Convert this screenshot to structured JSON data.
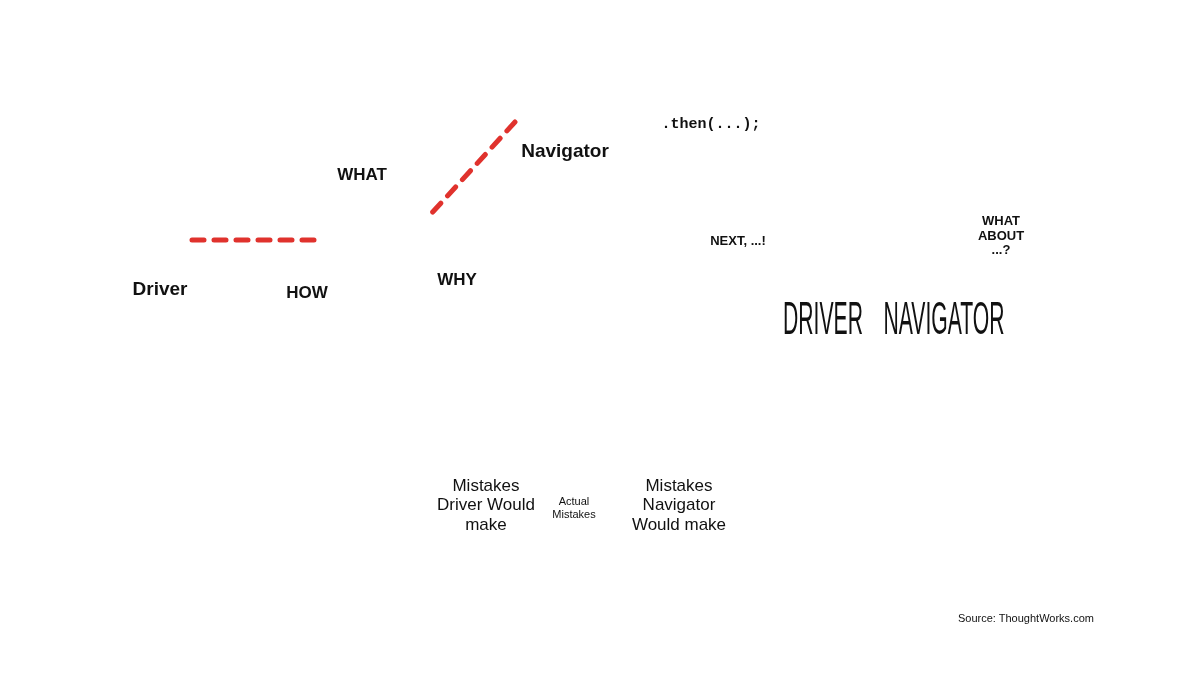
{
  "diagram": {
    "nodes": [
      {
        "text": [
          "WHAT"
        ]
      },
      {
        "text": [
          "Navigator"
        ]
      },
      {
        "text": [
          "Driver"
        ]
      },
      {
        "text": [
          "HOW"
        ]
      },
      {
        "text": [
          "WHY"
        ]
      },
      {
        "text": [
          ".then(...);"
        ]
      },
      {
        "text": [
          "NEXT, ...!"
        ]
      },
      {
        "text": [
          "WHAT ABOUT ...?"
        ]
      },
      {
        "text": [
          "Mistakes Driver Would make"
        ]
      },
      {
        "text": [
          "Actual Mistakes"
        ]
      },
      {
        "text": [
          "Mistakes Navigator Would make"
        ]
      }
    ],
    "edges": [
      {
        "from": 2,
        "to": 3,
        "arrow": "none"
      },
      {
        "from": 1,
        "to": 4,
        "arrow": "none"
      }
    ],
    "labels": [
      "DRIVER",
      "NAVIGATOR",
      "Source: ThoughtWorks.com"
    ]
  }
}
